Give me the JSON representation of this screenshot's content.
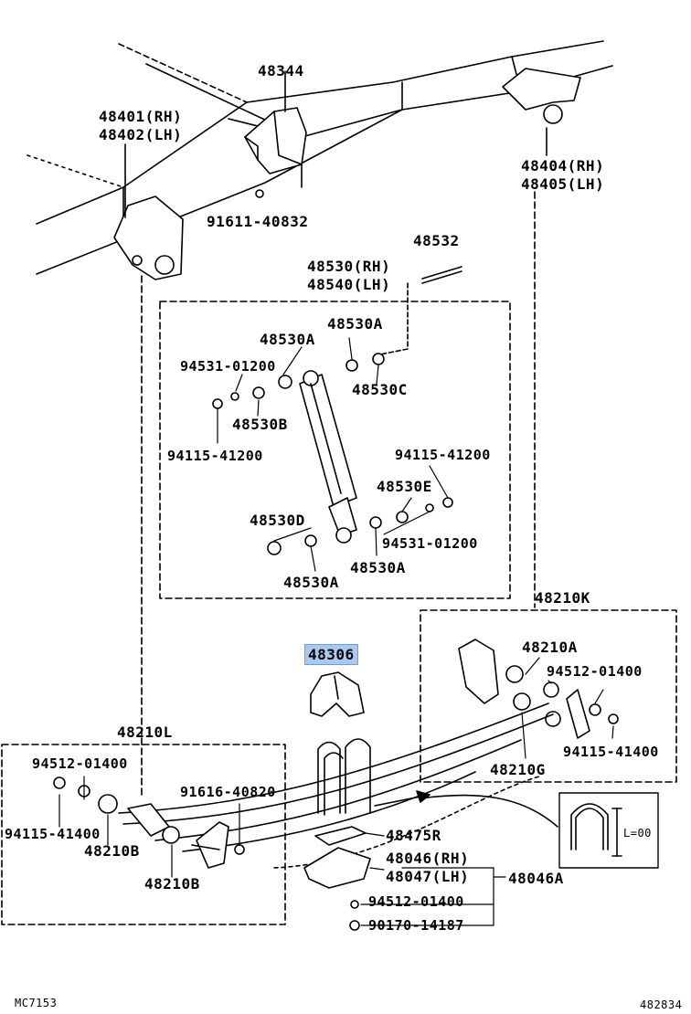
{
  "labels": {
    "p48344": "48344",
    "p48401": "48401(RH)",
    "p48402": "48402(LH)",
    "p48404": "48404(RH)",
    "p48405": "48405(LH)",
    "p91611": "91611-40832",
    "p48532": "48532",
    "p48530rh": "48530(RH)",
    "p48540lh": "48540(LH)",
    "p48530a_top_right": "48530A",
    "p48530a_top_left": "48530A",
    "p94531_top": "94531-01200",
    "p48530c": "48530C",
    "p48530b": "48530B",
    "p94115_left": "94115-41200",
    "p94115_right": "94115-41200",
    "p48530e": "48530E",
    "p48530d": "48530D",
    "p94531_bottom": "94531-01200",
    "p48530a_bottom_right": "48530A",
    "p48530a_bottom_left": "48530A",
    "p48210k": "48210K",
    "p48306": "48306",
    "p48210a": "48210A",
    "p94512_right": "94512-01400",
    "p94115_41400_right": "94115-41400",
    "p48210g": "48210G",
    "p48210l": "48210L",
    "p94512_left": "94512-01400",
    "p91616": "91616-40820",
    "p94115_41400_left": "94115-41400",
    "p48210b_left": "48210B",
    "p48210b_mid": "48210B",
    "p48475r": "48475R",
    "p48046": "48046(RH)",
    "p48047": "48047(LH)",
    "p48046a": "48046A",
    "p94512_bottom": "94512-01400",
    "p90170": "90170-14187",
    "inset_dim": "L=00",
    "footer_left": "MC7153",
    "footer_right": "482834"
  }
}
